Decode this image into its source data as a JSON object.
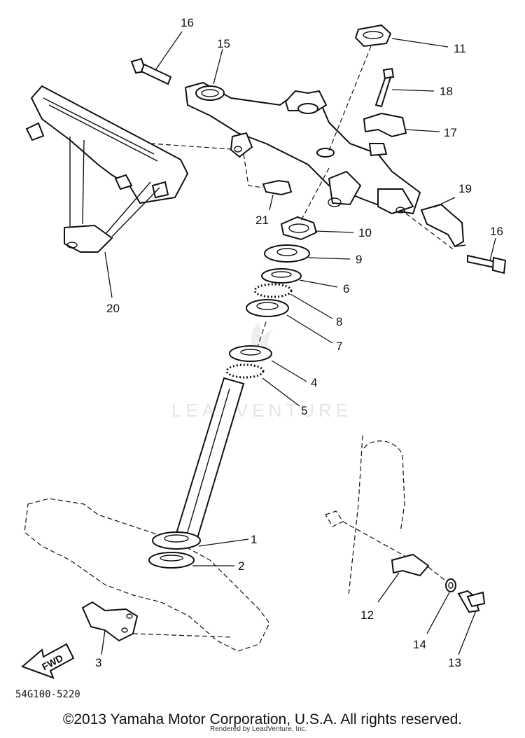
{
  "diagram_code": "54G100-5220",
  "watermark": "LEADVENTURE",
  "copyright": "©2013 Yamaha Motor Corporation, U.S.A. All rights reserved.",
  "rendered_by": "Rendered by LeadVenture, Inc.",
  "fwd_label": "FWD",
  "callouts": {
    "c1": "1",
    "c2": "2",
    "c3": "3",
    "c4": "4",
    "c5": "5",
    "c6": "6",
    "c7": "7",
    "c8": "8",
    "c9": "9",
    "c10": "10",
    "c11": "11",
    "c12": "12",
    "c13": "13",
    "c14": "14",
    "c15": "15",
    "c16a": "16",
    "c16b": "16",
    "c17": "17",
    "c18": "18",
    "c19": "19",
    "c20": "20",
    "c21": "21"
  }
}
